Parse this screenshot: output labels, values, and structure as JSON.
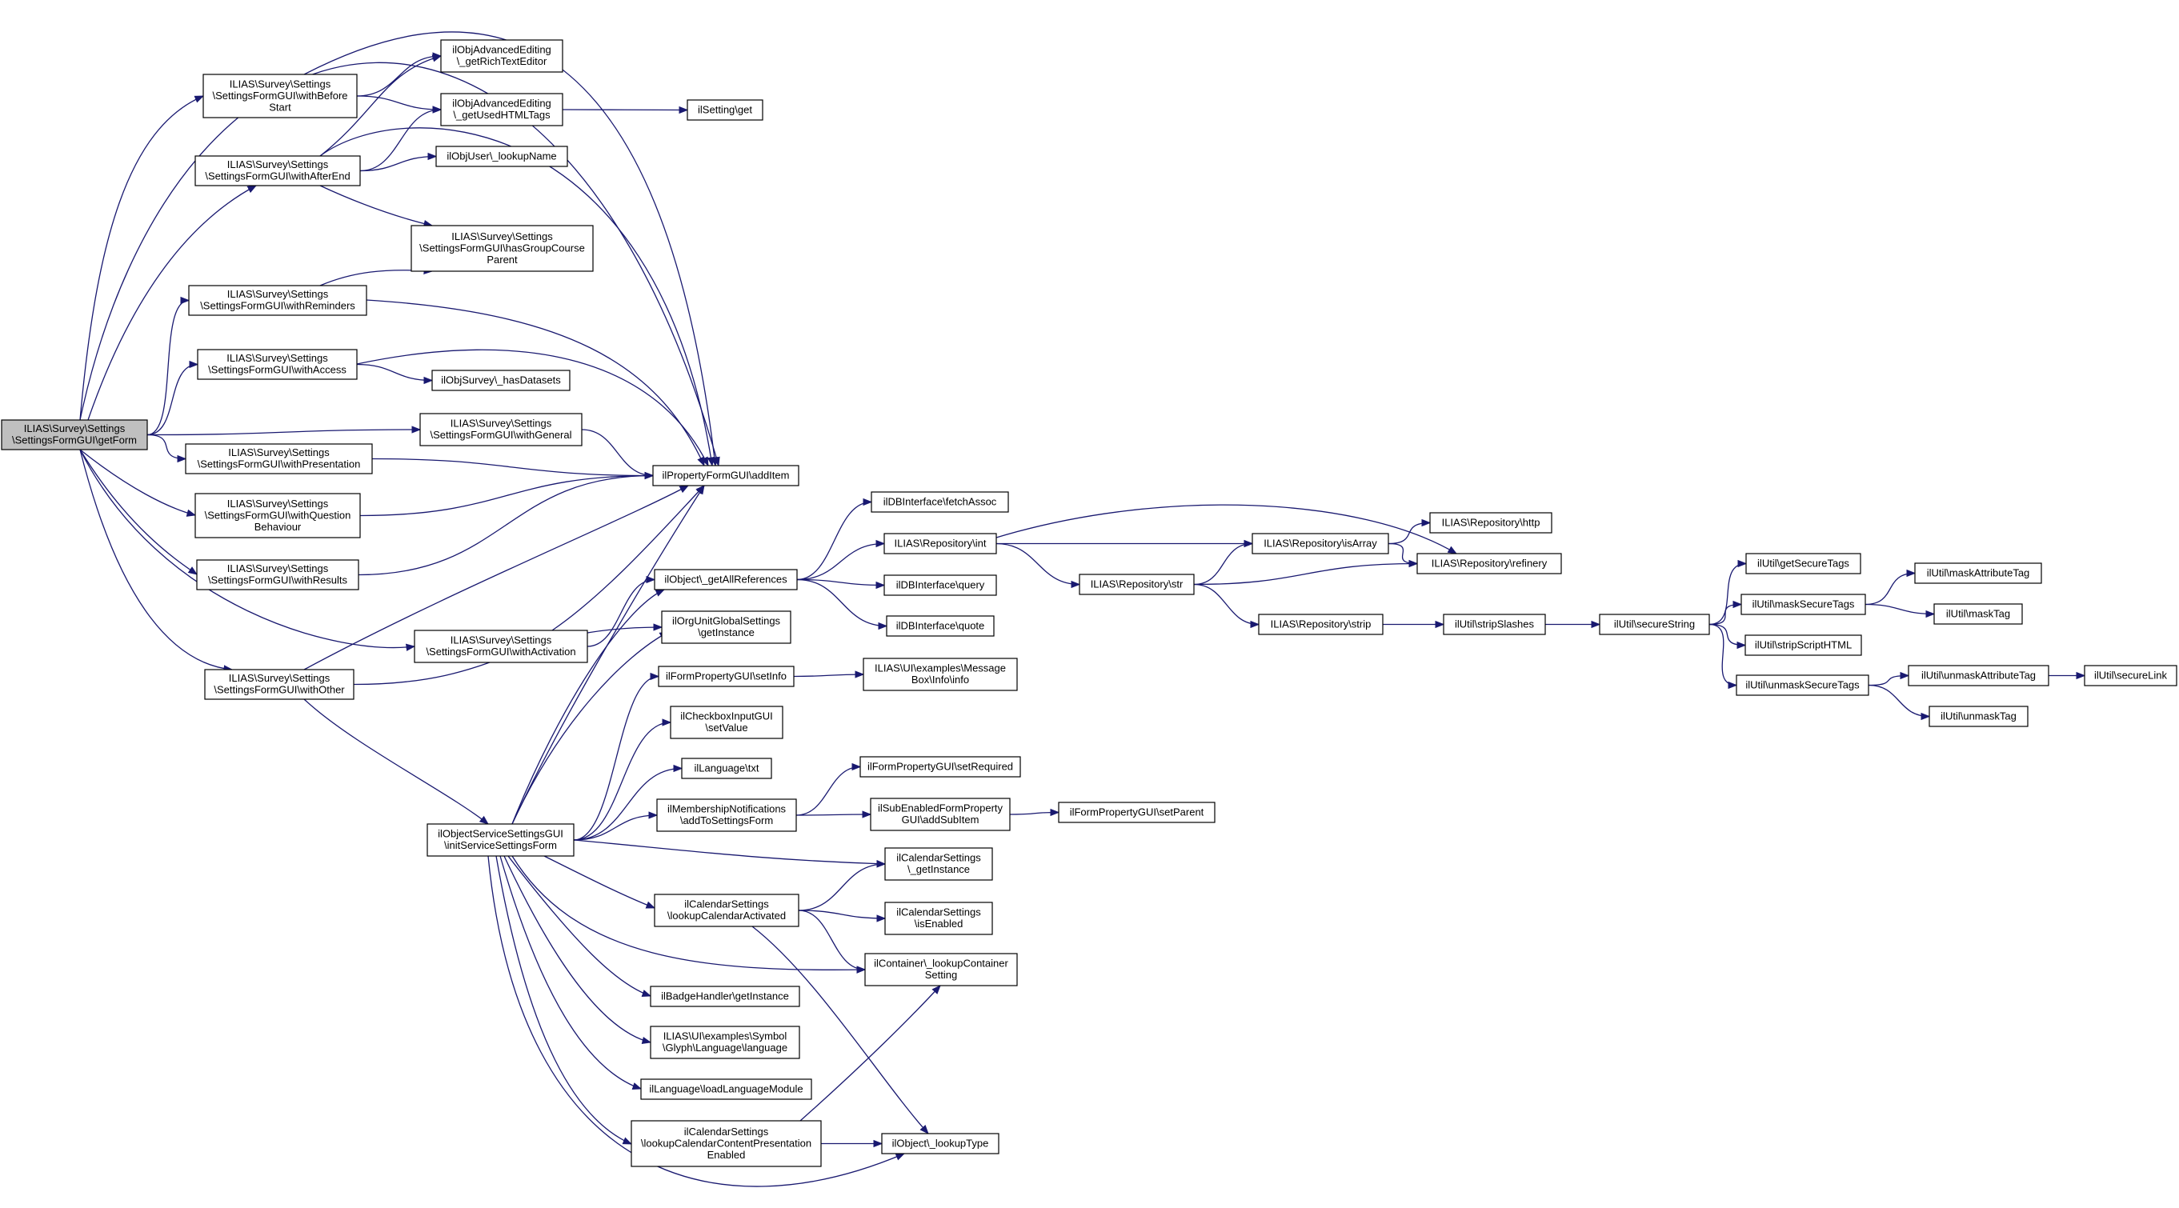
{
  "diagram": {
    "type": "call-graph",
    "root": "n0",
    "colors": {
      "edge": "#191970",
      "root_fill": "#bfbfbf",
      "node_fill": "#ffffff",
      "node_border": "#000000"
    },
    "nodes": [
      {
        "id": "n0",
        "lines": [
          "ILIAS\\Survey\\Settings",
          "\\SettingsFormGUI\\getForm"
        ]
      },
      {
        "id": "n1",
        "lines": [
          "ILIAS\\Survey\\Settings",
          "\\SettingsFormGUI\\withBefore",
          "Start"
        ]
      },
      {
        "id": "n2",
        "lines": [
          "ILIAS\\Survey\\Settings",
          "\\SettingsFormGUI\\withAfterEnd"
        ]
      },
      {
        "id": "n3",
        "lines": [
          "ILIAS\\Survey\\Settings",
          "\\SettingsFormGUI\\withReminders"
        ]
      },
      {
        "id": "n4",
        "lines": [
          "ILIAS\\Survey\\Settings",
          "\\SettingsFormGUI\\withAccess"
        ]
      },
      {
        "id": "n5",
        "lines": [
          "ILIAS\\Survey\\Settings",
          "\\SettingsFormGUI\\withPresentation"
        ]
      },
      {
        "id": "n6",
        "lines": [
          "ILIAS\\Survey\\Settings",
          "\\SettingsFormGUI\\withQuestion",
          "Behaviour"
        ]
      },
      {
        "id": "n7",
        "lines": [
          "ILIAS\\Survey\\Settings",
          "\\SettingsFormGUI\\withResults"
        ]
      },
      {
        "id": "n8",
        "lines": [
          "ILIAS\\Survey\\Settings",
          "\\SettingsFormGUI\\withOther"
        ]
      },
      {
        "id": "n9",
        "lines": [
          "ilObjAdvancedEditing",
          "\\_getRichTextEditor"
        ]
      },
      {
        "id": "n10",
        "lines": [
          "ilObjAdvancedEditing",
          "\\_getUsedHTMLTags"
        ]
      },
      {
        "id": "n11",
        "lines": [
          "ilObjUser\\_lookupName"
        ]
      },
      {
        "id": "n12",
        "lines": [
          "ILIAS\\Survey\\Settings",
          "\\SettingsFormGUI\\hasGroupCourse",
          "Parent"
        ]
      },
      {
        "id": "n13",
        "lines": [
          "ilObjSurvey\\_hasDatasets"
        ]
      },
      {
        "id": "n14",
        "lines": [
          "ILIAS\\Survey\\Settings",
          "\\SettingsFormGUI\\withGeneral"
        ]
      },
      {
        "id": "n15",
        "lines": [
          "ILIAS\\Survey\\Settings",
          "\\SettingsFormGUI\\withActivation"
        ]
      },
      {
        "id": "n16",
        "lines": [
          "ilPropertyFormGUI\\addItem"
        ]
      },
      {
        "id": "n17",
        "lines": [
          "ilSetting\\get"
        ]
      },
      {
        "id": "n18",
        "lines": [
          "ilObjectServiceSettingsGUI",
          "\\initServiceSettingsForm"
        ]
      },
      {
        "id": "n19",
        "lines": [
          "ilObject\\_getAllReferences"
        ]
      },
      {
        "id": "n20",
        "lines": [
          "ilOrgUnitGlobalSettings",
          "\\getInstance"
        ]
      },
      {
        "id": "n21",
        "lines": [
          "ilFormPropertyGUI\\setInfo"
        ]
      },
      {
        "id": "n22",
        "lines": [
          "ilCheckboxInputGUI",
          "\\setValue"
        ]
      },
      {
        "id": "n23",
        "lines": [
          "ilLanguage\\txt"
        ]
      },
      {
        "id": "n24",
        "lines": [
          "ilMembershipNotifications",
          "\\addToSettingsForm"
        ]
      },
      {
        "id": "n25",
        "lines": [
          "ilCalendarSettings",
          "\\lookupCalendarActivated"
        ]
      },
      {
        "id": "n26",
        "lines": [
          "ilBadgeHandler\\getInstance"
        ]
      },
      {
        "id": "n27",
        "lines": [
          "ILIAS\\UI\\examples\\Symbol",
          "\\Glyph\\Language\\language"
        ]
      },
      {
        "id": "n28",
        "lines": [
          "ilLanguage\\loadLanguageModule"
        ]
      },
      {
        "id": "n29",
        "lines": [
          "ilCalendarSettings",
          "\\lookupCalendarContentPresentation",
          "Enabled"
        ]
      },
      {
        "id": "n30",
        "lines": [
          "ilDBInterface\\fetchAssoc"
        ]
      },
      {
        "id": "n31",
        "lines": [
          "ILIAS\\Repository\\int"
        ]
      },
      {
        "id": "n32",
        "lines": [
          "ilDBInterface\\query"
        ]
      },
      {
        "id": "n33",
        "lines": [
          "ilDBInterface\\quote"
        ]
      },
      {
        "id": "n34",
        "lines": [
          "ILIAS\\UI\\examples\\Message",
          "Box\\Info\\info"
        ]
      },
      {
        "id": "n35",
        "lines": [
          "ilFormPropertyGUI\\setRequired"
        ]
      },
      {
        "id": "n36",
        "lines": [
          "ilSubEnabledFormProperty",
          "GUI\\addSubItem"
        ]
      },
      {
        "id": "n37",
        "lines": [
          "ilCalendarSettings",
          "\\_getInstance"
        ]
      },
      {
        "id": "n38",
        "lines": [
          "ilCalendarSettings",
          "\\isEnabled"
        ]
      },
      {
        "id": "n39",
        "lines": [
          "ilContainer\\_lookupContainer",
          "Setting"
        ]
      },
      {
        "id": "n40",
        "lines": [
          "ilObject\\_lookupType"
        ]
      },
      {
        "id": "n41",
        "lines": [
          "ILIAS\\Repository\\str"
        ]
      },
      {
        "id": "n42",
        "lines": [
          "ILIAS\\Repository\\isArray"
        ]
      },
      {
        "id": "n43",
        "lines": [
          "ILIAS\\Repository\\strip"
        ]
      },
      {
        "id": "n44",
        "lines": [
          "ILIAS\\Repository\\http"
        ]
      },
      {
        "id": "n45",
        "lines": [
          "ILIAS\\Repository\\refinery"
        ]
      },
      {
        "id": "n46",
        "lines": [
          "ilUtil\\stripSlashes"
        ]
      },
      {
        "id": "n47",
        "lines": [
          "ilFormPropertyGUI\\setParent"
        ]
      },
      {
        "id": "n48",
        "lines": [
          "ilUtil\\secureString"
        ]
      },
      {
        "id": "n49",
        "lines": [
          "ilUtil\\getSecureTags"
        ]
      },
      {
        "id": "n50",
        "lines": [
          "ilUtil\\maskSecureTags"
        ]
      },
      {
        "id": "n51",
        "lines": [
          "ilUtil\\stripScriptHTML"
        ]
      },
      {
        "id": "n52",
        "lines": [
          "ilUtil\\unmaskSecureTags"
        ]
      },
      {
        "id": "n53",
        "lines": [
          "ilUtil\\maskAttributeTag"
        ]
      },
      {
        "id": "n54",
        "lines": [
          "ilUtil\\maskTag"
        ]
      },
      {
        "id": "n55",
        "lines": [
          "ilUtil\\unmaskAttributeTag"
        ]
      },
      {
        "id": "n56",
        "lines": [
          "ilUtil\\unmaskTag"
        ]
      },
      {
        "id": "n57",
        "lines": [
          "ilUtil\\secureLink"
        ]
      }
    ],
    "edges": [
      [
        "n0",
        "n1"
      ],
      [
        "n0",
        "n2"
      ],
      [
        "n0",
        "n3"
      ],
      [
        "n0",
        "n4"
      ],
      [
        "n0",
        "n14"
      ],
      [
        "n0",
        "n5"
      ],
      [
        "n0",
        "n6"
      ],
      [
        "n0",
        "n7"
      ],
      [
        "n0",
        "n15"
      ],
      [
        "n0",
        "n8"
      ],
      [
        "n0",
        "n16"
      ],
      [
        "n1",
        "n9"
      ],
      [
        "n1",
        "n10"
      ],
      [
        "n1",
        "n16"
      ],
      [
        "n2",
        "n9"
      ],
      [
        "n2",
        "n10"
      ],
      [
        "n2",
        "n11"
      ],
      [
        "n2",
        "n12"
      ],
      [
        "n2",
        "n16"
      ],
      [
        "n3",
        "n12"
      ],
      [
        "n3",
        "n16"
      ],
      [
        "n4",
        "n13"
      ],
      [
        "n4",
        "n16"
      ],
      [
        "n5",
        "n16"
      ],
      [
        "n6",
        "n16"
      ],
      [
        "n7",
        "n16"
      ],
      [
        "n14",
        "n16"
      ],
      [
        "n15",
        "n16"
      ],
      [
        "n15",
        "n19"
      ],
      [
        "n8",
        "n16"
      ],
      [
        "n8",
        "n20"
      ],
      [
        "n8",
        "n18"
      ],
      [
        "n10",
        "n17"
      ],
      [
        "n18",
        "n16"
      ],
      [
        "n18",
        "n19"
      ],
      [
        "n18",
        "n20"
      ],
      [
        "n18",
        "n21"
      ],
      [
        "n18",
        "n22"
      ],
      [
        "n18",
        "n23"
      ],
      [
        "n18",
        "n24"
      ],
      [
        "n18",
        "n37"
      ],
      [
        "n18",
        "n25"
      ],
      [
        "n18",
        "n39"
      ],
      [
        "n18",
        "n26"
      ],
      [
        "n18",
        "n27"
      ],
      [
        "n18",
        "n28"
      ],
      [
        "n18",
        "n29"
      ],
      [
        "n18",
        "n40"
      ],
      [
        "n19",
        "n30"
      ],
      [
        "n19",
        "n31"
      ],
      [
        "n19",
        "n32"
      ],
      [
        "n19",
        "n33"
      ],
      [
        "n21",
        "n34"
      ],
      [
        "n24",
        "n35"
      ],
      [
        "n24",
        "n36"
      ],
      [
        "n36",
        "n47"
      ],
      [
        "n25",
        "n37"
      ],
      [
        "n25",
        "n38"
      ],
      [
        "n25",
        "n39"
      ],
      [
        "n25",
        "n40"
      ],
      [
        "n29",
        "n39"
      ],
      [
        "n29",
        "n40"
      ],
      [
        "n31",
        "n42"
      ],
      [
        "n31",
        "n41"
      ],
      [
        "n31",
        "n45"
      ],
      [
        "n41",
        "n42"
      ],
      [
        "n41",
        "n45"
      ],
      [
        "n41",
        "n43"
      ],
      [
        "n42",
        "n44"
      ],
      [
        "n42",
        "n45"
      ],
      [
        "n43",
        "n46"
      ],
      [
        "n46",
        "n48"
      ],
      [
        "n48",
        "n49"
      ],
      [
        "n48",
        "n50"
      ],
      [
        "n48",
        "n51"
      ],
      [
        "n48",
        "n52"
      ],
      [
        "n50",
        "n53"
      ],
      [
        "n50",
        "n54"
      ],
      [
        "n52",
        "n55"
      ],
      [
        "n52",
        "n56"
      ],
      [
        "n55",
        "n57"
      ]
    ]
  }
}
